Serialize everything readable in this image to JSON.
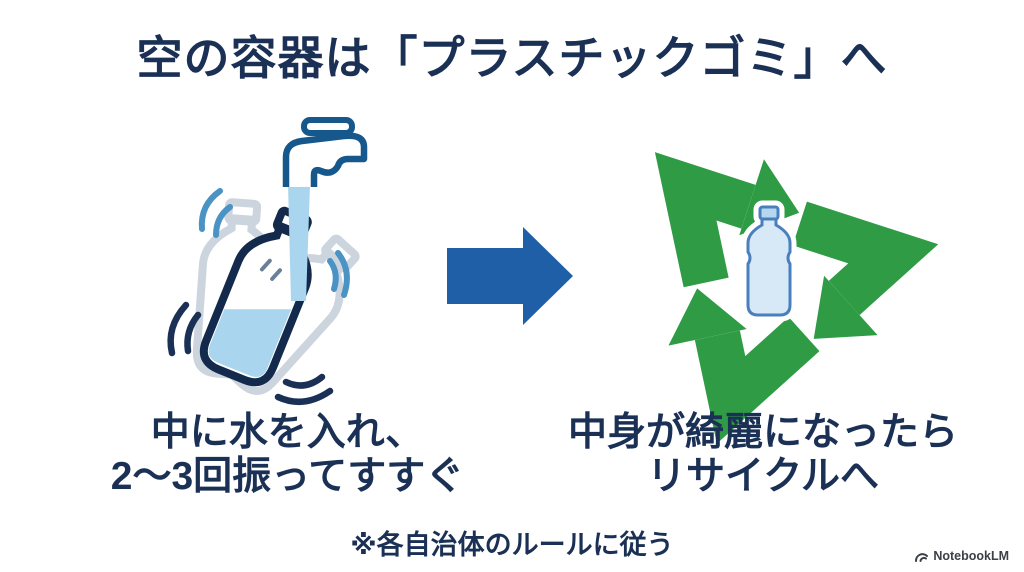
{
  "title": "空の容器は「プラスチックゴミ」へ",
  "left_step": {
    "caption_line1": "中に水を入れ、",
    "caption_line2": "2〜3回振ってすすぐ",
    "icons": [
      "faucet-icon",
      "water-stream",
      "plastic-bottle-icon",
      "shake-motion-arcs"
    ]
  },
  "arrow": {
    "icon": "right-arrow-icon"
  },
  "right_step": {
    "caption_line1": "中身が綺麗になったら",
    "caption_line2": "リサイクルへ",
    "icons": [
      "recycle-arrows-icon",
      "plastic-bottle-icon"
    ]
  },
  "footnote": "※各自治体のルールに従う",
  "watermark": {
    "icon": "notebooklm-logo-icon",
    "label": "NotebookLM"
  },
  "colors": {
    "navy": "#1b3055",
    "arrow_blue": "#1e5fa8",
    "green": "#2f9c45",
    "faucet_blue": "#17588c",
    "water": "#a9d5ee",
    "bottle_outline": "#132a4d",
    "pale_bottle_fill": "#d7e8f7",
    "pale_bottle_stroke": "#4a7fbe",
    "ghost": "#ccd4dd",
    "shake_blue": "#4a93c4",
    "watermark_gray": "#3c4047",
    "bg": "#ffffff"
  }
}
